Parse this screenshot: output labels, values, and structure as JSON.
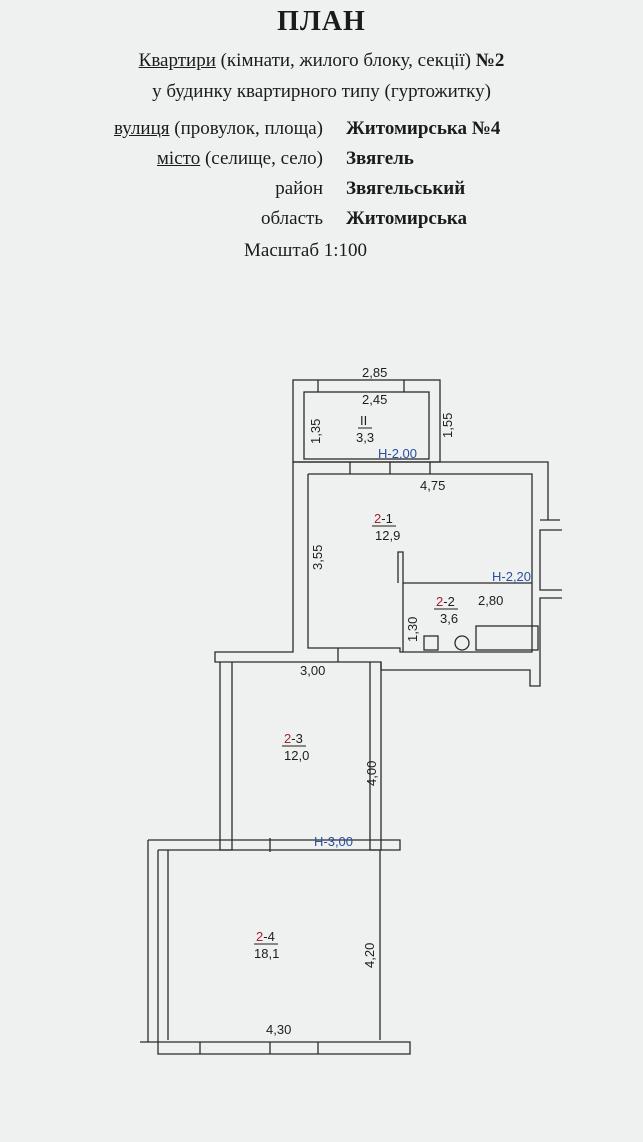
{
  "header": {
    "title": "ПЛАН",
    "line1_underlined": "Квартири",
    "line1_rest": " (кімнати, жилого блоку, секції) ",
    "line1_number": "№2",
    "line2": "у будинку квартирного типу (гуртожитку)"
  },
  "address": {
    "street_label_u": "вулиця",
    "street_label_rest": " (провулок, площа)",
    "street_value": "Житомирська  №4",
    "city_label_u": "місто",
    "city_label_rest": " (селище, село)",
    "city_value": "Звягель",
    "district_label": "район",
    "district_value": "Звягельський",
    "region_label": "область",
    "region_value": "Житомирська"
  },
  "scale": "Масштаб 1:100",
  "plan": {
    "rooms": [
      {
        "prefix": "",
        "suffix": "II",
        "area": "3,3"
      },
      {
        "prefix": "2",
        "suffix": "-1",
        "area": "12,9"
      },
      {
        "prefix": "2",
        "suffix": "-2",
        "area": "3,6"
      },
      {
        "prefix": "2",
        "suffix": "-3",
        "area": "12,0"
      },
      {
        "prefix": "2",
        "suffix": "-4",
        "area": "18,1"
      }
    ],
    "dimensions": {
      "d285": "2,85",
      "d245": "2,45",
      "d135": "1,35",
      "d155": "1,55",
      "d475": "4,75",
      "d355": "3,55",
      "d280": "2,80",
      "d130": "1,30",
      "d300": "3,00",
      "d400": "4,00",
      "d420": "4,20",
      "d430": "4,30"
    },
    "heights": {
      "h200": "Н-2,00",
      "h220": "Н-2,20",
      "h300": "Н-3,00"
    }
  }
}
